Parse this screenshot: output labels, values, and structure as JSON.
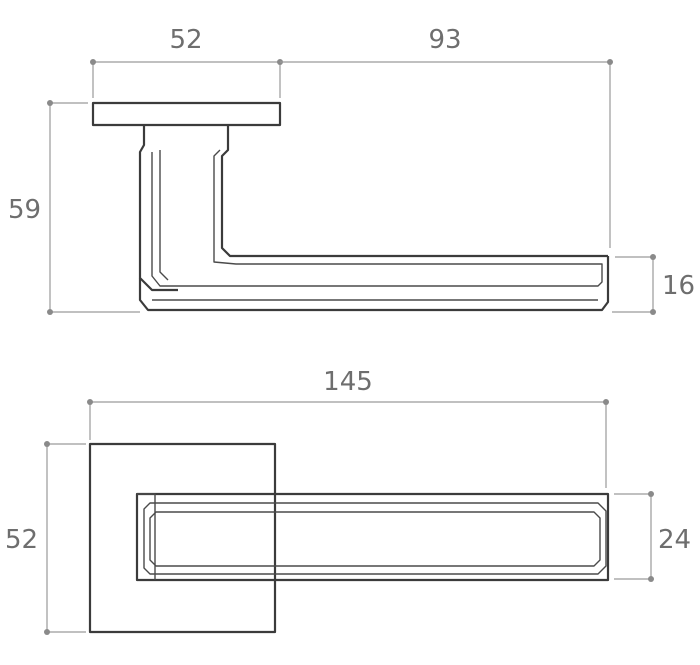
{
  "dimensions": {
    "top_rose_width": "52",
    "top_lever_projection": "93",
    "top_total_height": "59",
    "top_lever_thickness": "16",
    "bottom_total_length": "145",
    "bottom_rose_height": "52",
    "bottom_lever_width": "24"
  },
  "colors": {
    "outline": "#3b3b3b",
    "dimension_line": "#9a9a9a",
    "dimension_text": "#6e6e6e",
    "background": "#ffffff"
  }
}
